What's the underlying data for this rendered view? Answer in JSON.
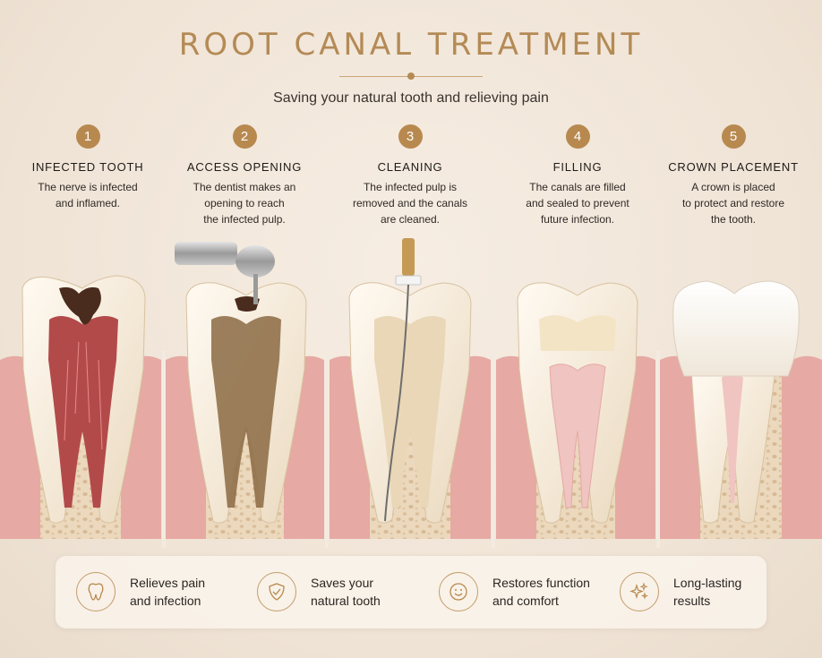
{
  "header": {
    "title": "ROOT CANAL TREATMENT",
    "subtitle": "Saving your natural tooth and relieving pain"
  },
  "steps": [
    {
      "number": "1",
      "title": "INFECTED TOOTH",
      "desc": [
        "The nerve is infected",
        "and inflamed."
      ]
    },
    {
      "number": "2",
      "title": "ACCESS OPENING",
      "desc": [
        "The dentist makes an",
        "opening to reach",
        "the infected pulp."
      ]
    },
    {
      "number": "3",
      "title": "CLEANING",
      "desc": [
        "The infected pulp is",
        "removed and the canals",
        "are cleaned."
      ]
    },
    {
      "number": "4",
      "title": "FILLING",
      "desc": [
        "The canals are filled",
        "and sealed to prevent",
        "future infection."
      ]
    },
    {
      "number": "5",
      "title": "CROWN PLACEMENT",
      "desc": [
        "A crown is placed",
        "to protect and restore",
        "the tooth."
      ]
    }
  ],
  "benefits": [
    {
      "icon": "tooth-icon",
      "lines": [
        "Relieves pain",
        "and infection"
      ]
    },
    {
      "icon": "shield-check-icon",
      "lines": [
        "Saves your",
        "natural tooth"
      ]
    },
    {
      "icon": "smile-icon",
      "lines": [
        "Restores function",
        "and comfort"
      ]
    },
    {
      "icon": "sparkles-icon",
      "lines": [
        "Long-lasting",
        "results"
      ]
    }
  ],
  "colors": {
    "accent": "#b8894f",
    "gum": "#e6a9a3",
    "bone": "#ecd8bd",
    "enamel": "#f7eee0",
    "infection": "#b34a4a",
    "decay": "#4a2c1e",
    "filling": "#f0c4c0"
  }
}
